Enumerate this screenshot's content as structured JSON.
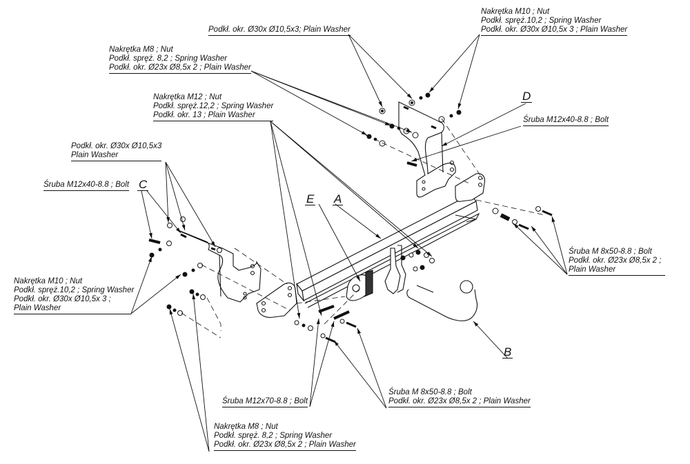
{
  "diagram": {
    "title": "Tow bar assembly exploded view",
    "part_letters": {
      "A": "A",
      "B": "B",
      "C": "C",
      "D": "D",
      "E": "E"
    },
    "callouts": {
      "top_plain_washer": [
        "Podkł. okr. Ø30x Ø10,5x3; Plain Washer"
      ],
      "top_right_nut_set": [
        "Nakrętka  M10 ; Nut",
        "Podkł. spręż.10,2 ; Spring Washer",
        "Podkł. okr.  Ø30x Ø10,5x 3 ; Plain Washer"
      ],
      "upper_left_m8_set": [
        "Nakrętka  M8 ; Nut",
        "Podkł. spręż. 8,2 ; Spring Washer",
        "Podkł. okr.  Ø23x Ø8,5x 2 ; Plain Washer"
      ],
      "m12_nut_set": [
        "Nakrętka  M12 ; Nut",
        "Podkł. spręż.12,2 ; Spring Washer",
        "Podkł. okr. 13 ; Plain Washer"
      ],
      "right_bolt_m12x40": [
        "Śruba M12x40-8.8 ;  Bolt"
      ],
      "left_plain_washer": [
        "Podkł. okr. Ø30x Ø10,5x3",
        "Plain Washer"
      ],
      "left_bolt_m12x40": [
        "Śruba M12x40-8.8 ;  Bolt"
      ],
      "left_m10_set": [
        "Nakrętka  M10 ; Nut",
        "Podkł. spręż.10,2 ; Spring Washer",
        "Podkł. okr.  Ø30x Ø10,5x 3 ;",
        "Plain Washer"
      ],
      "right_m8x50_set": [
        "Śruba M 8x50-8.8 ;  Bolt",
        "Podkł. okr.  Ø23x Ø8,5x 2 ;",
        "Plain Washer"
      ],
      "bottom_bolt_m12x70": [
        "Śruba M12x70-8.8 ;  Bolt"
      ],
      "bottom_m8x50_set": [
        "Śruba M 8x50-8.8 ;  Bolt",
        "Podkł. okr.  Ø23x Ø8,5x 2 ; Plain Washer"
      ],
      "bottom_m8_set": [
        "Nakrętka  M8 ; Nut",
        "Podkł. spręż. 8,2 ; Spring Washer",
        "Podkł. okr.  Ø23x Ø8,5x 2 ; Plain Washer"
      ]
    },
    "colors": {
      "ink": "#111111",
      "background": "#ffffff"
    }
  }
}
